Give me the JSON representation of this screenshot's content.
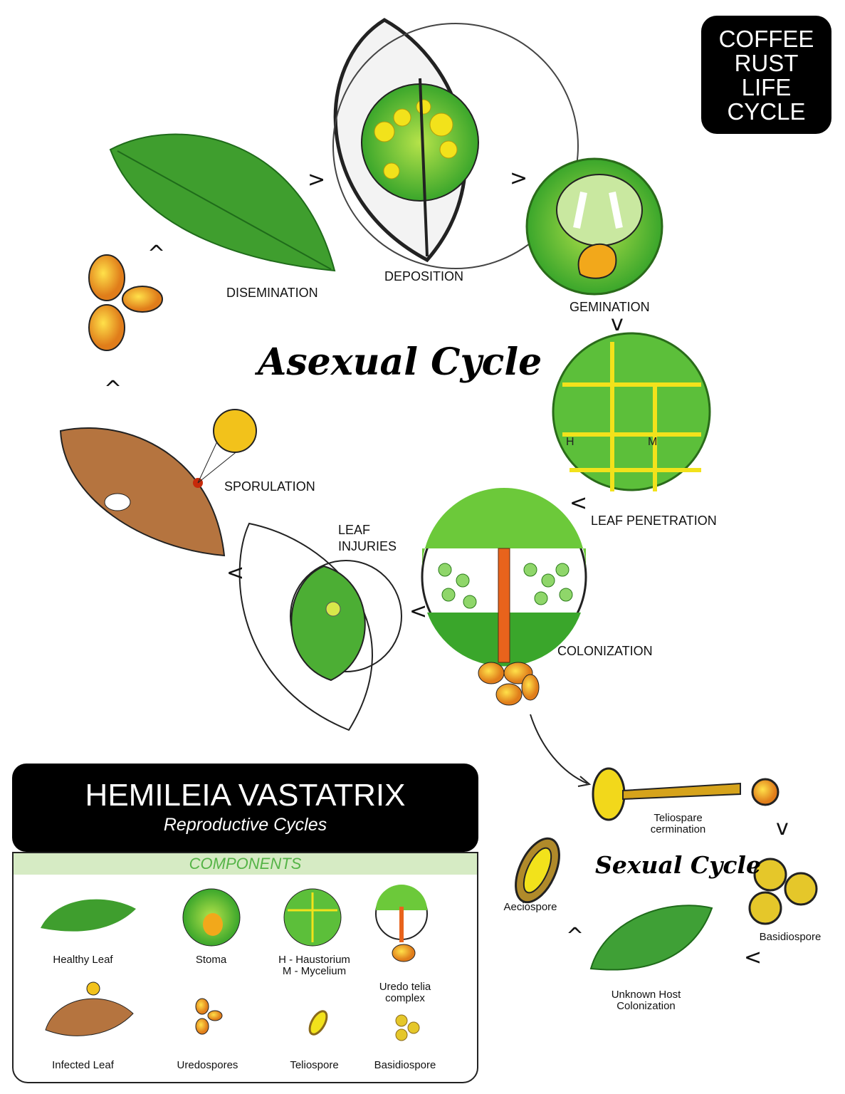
{
  "title": {
    "lines": [
      "COFFEE",
      "RUST",
      "LIFE",
      "CYCLE"
    ]
  },
  "asexual_cycle": {
    "title": "Asexual Cycle",
    "stages": [
      {
        "label": "DISEMINATION"
      },
      {
        "label": "DEPOSITION"
      },
      {
        "label": "GEMINATION"
      },
      {
        "label": "LEAF PENETRATION"
      },
      {
        "label": "COLONIZATION"
      },
      {
        "label": "LEAF INJURIES"
      },
      {
        "label": "SPORULATION"
      }
    ],
    "arrow_glyphs": [
      ">",
      ">",
      "v",
      "<",
      "<",
      "<",
      "^",
      "^"
    ]
  },
  "sexual_cycle": {
    "title": "Sexual Cycle",
    "stages": [
      {
        "label": "Teliospare cermination"
      },
      {
        "label": "Basidiospore"
      },
      {
        "label": "Unknown Host Colonization"
      },
      {
        "label": "Aeciospore"
      }
    ]
  },
  "legend": {
    "title": "HEMILEIA VASTATRIX",
    "subtitle": "Reproductive Cycles",
    "components_header": "COMPONENTS",
    "items": [
      {
        "label": "Healthy Leaf",
        "icon": "healthy-leaf-illustration"
      },
      {
        "label": "Stoma",
        "icon": "stoma-illustration"
      },
      {
        "label": "H - Haustorium\nM - Mycelium",
        "icon": "haustorium-illustration"
      },
      {
        "label": "Uredo telia complex",
        "icon": "uredo-telia-illustration"
      },
      {
        "label": "Infected Leaf",
        "icon": "infected-leaf-illustration"
      },
      {
        "label": "Uredospores",
        "icon": "uredospores-illustration"
      },
      {
        "label": "Teliospore",
        "icon": "teliospore-illustration"
      },
      {
        "label": "Basidiospore",
        "icon": "basidiospore-illustration"
      }
    ]
  },
  "colors": {
    "leaf_green": "#3f9e2e",
    "light_green": "#8fd13f",
    "spore_yellow": "#f2c21b",
    "spore_orange": "#e8831c",
    "infected_brown": "#b5743f",
    "components_header": "#55b447"
  }
}
